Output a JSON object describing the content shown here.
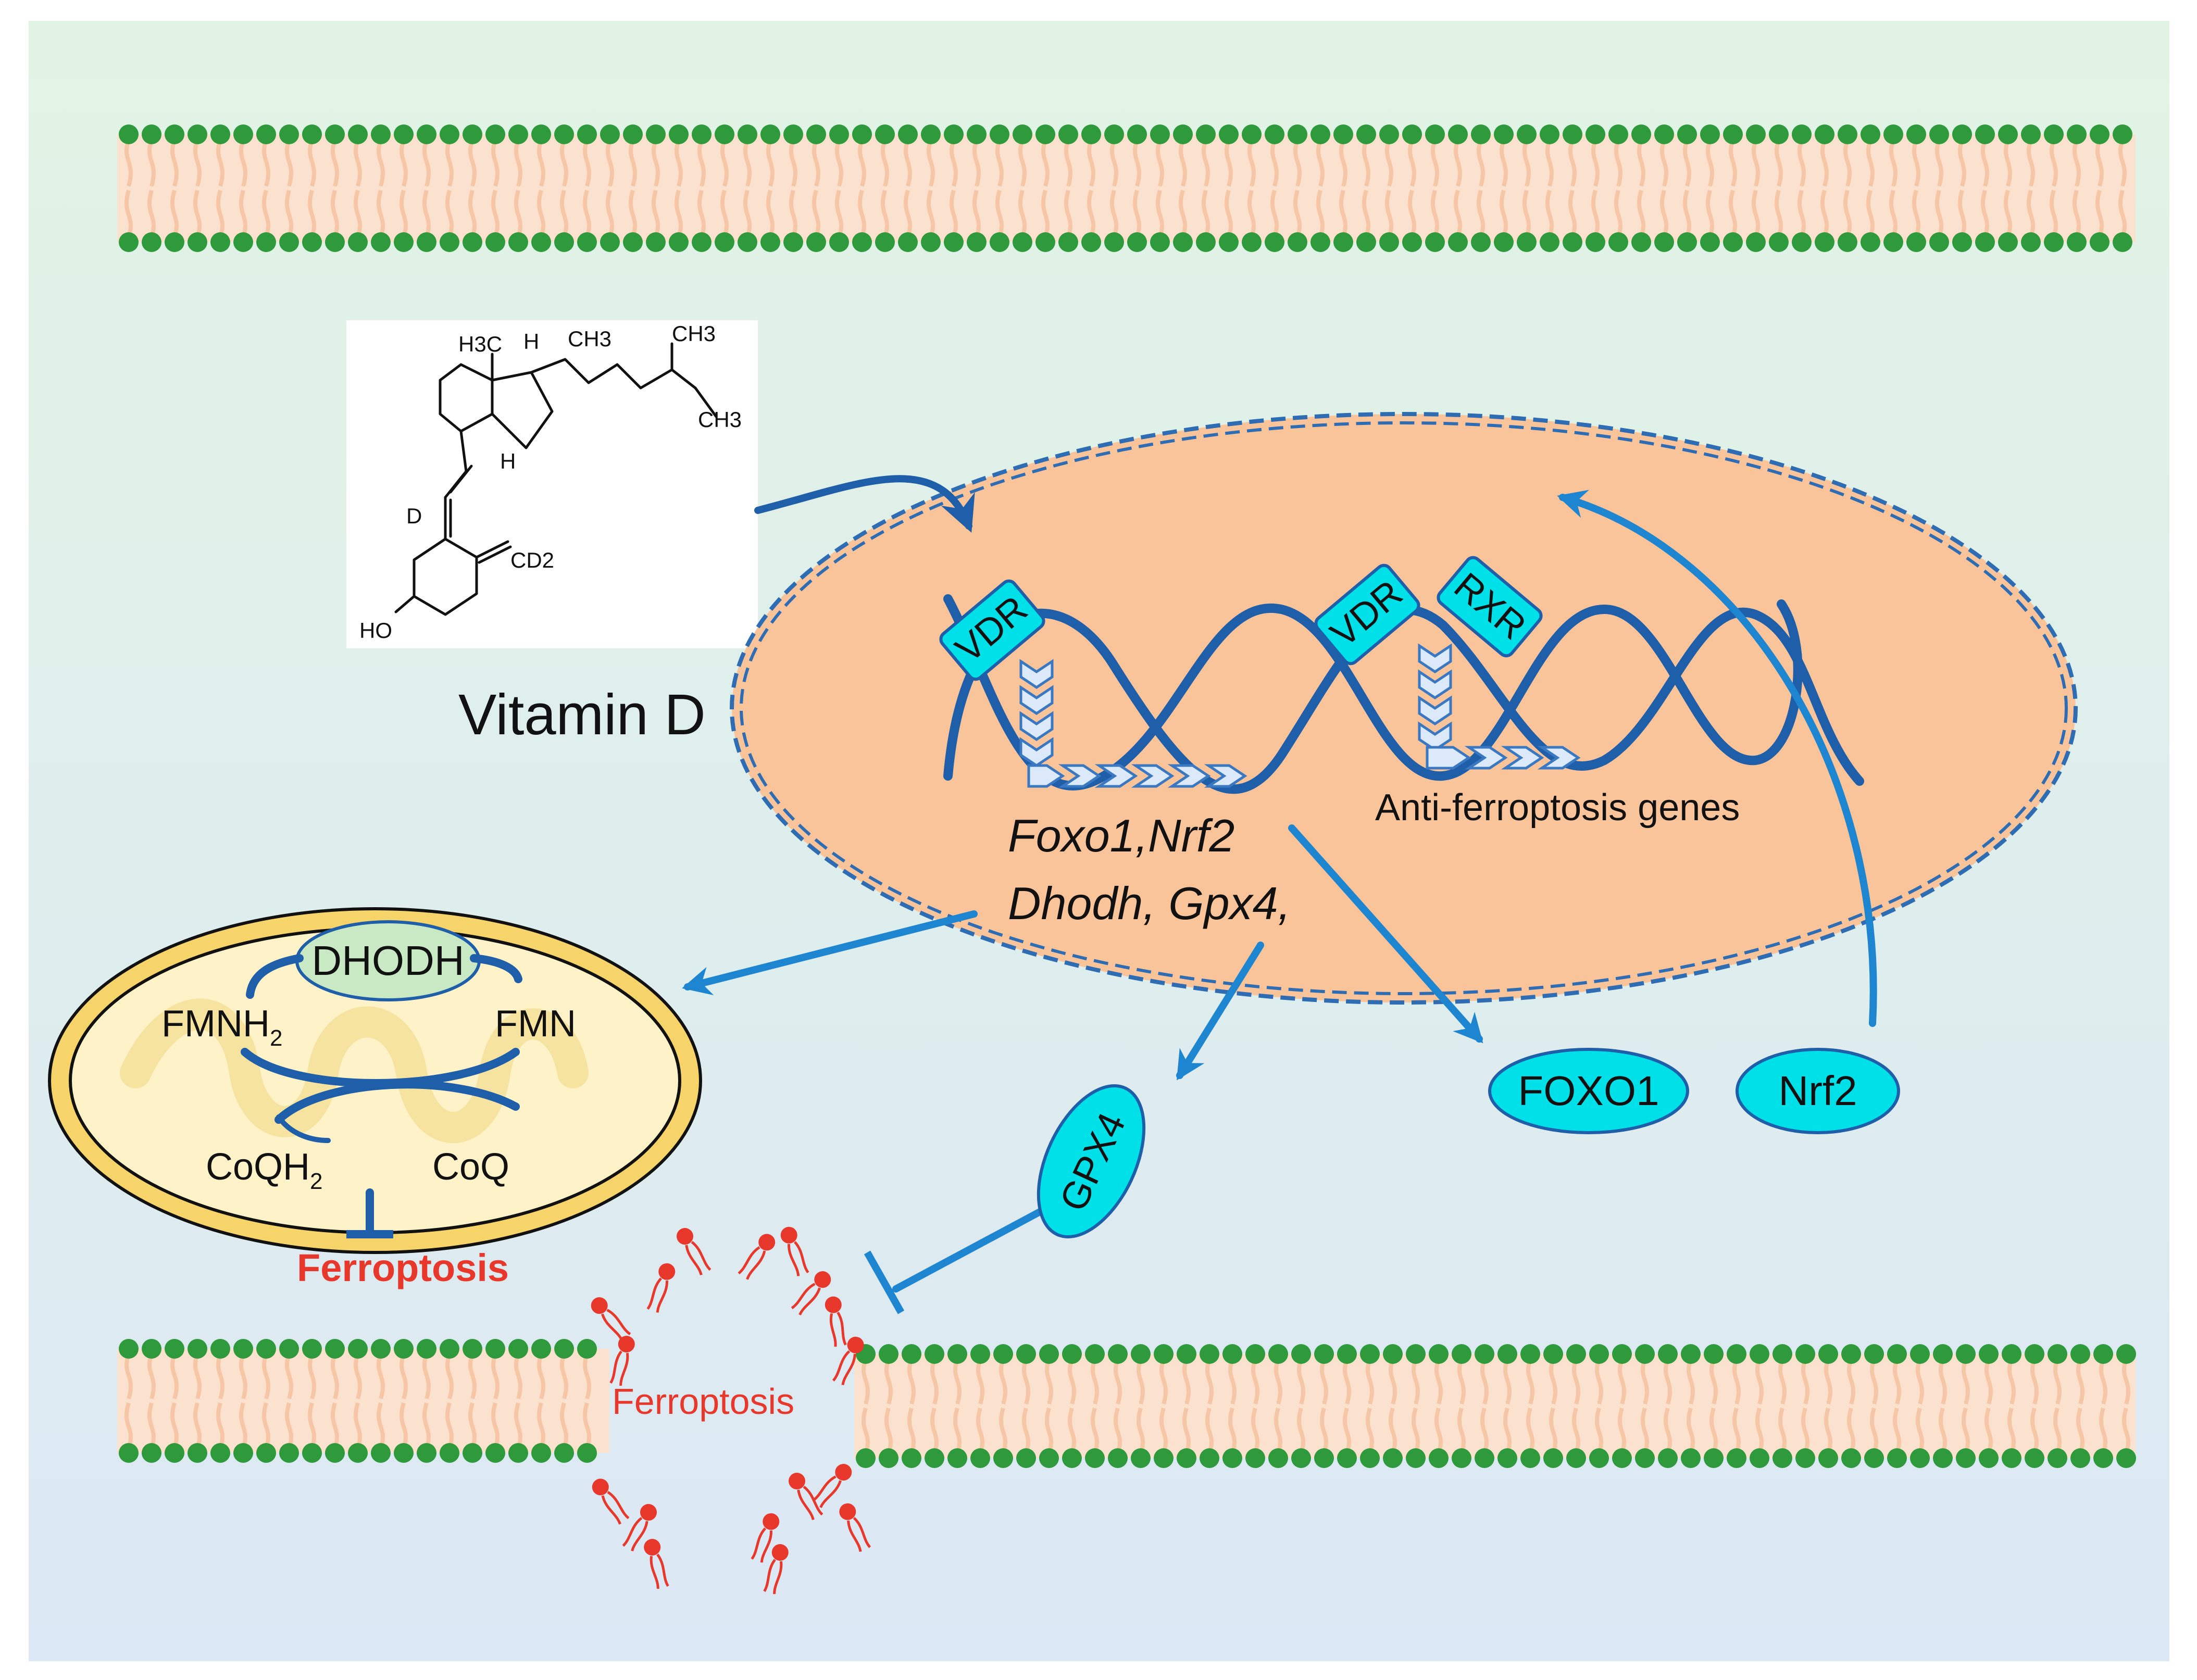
{
  "vitamin_d": {
    "title": "Vitamin D",
    "structure_labels": {
      "h3c": "H3C",
      "h_top": "H",
      "ch3_top": "CH3",
      "ch3_right_top": "CH3",
      "ch3_right": "CH3",
      "h_bottom": "H",
      "d": "D",
      "cd2": "CD2",
      "ho": "HO"
    }
  },
  "nucleus": {
    "receptors": {
      "vdr_left": "VDR",
      "vdr_right": "VDR",
      "rxr": "RXR"
    },
    "genes_line1": "Foxo1,Nrf2",
    "genes_line2": "Dhodh, Gpx4,",
    "anti_genes": "Anti-ferroptosis genes"
  },
  "mitochondrion": {
    "enzyme": "DHODH",
    "fmnh2": "FMNH",
    "fmnh2_sub": "2",
    "fmn": "FMN",
    "coqh2": "CoQH",
    "coqh2_sub": "2",
    "coq": "CoQ",
    "ferroptosis": "Ferroptosis"
  },
  "proteins": {
    "gpx4": "GPX4",
    "foxo1": "FOXO1",
    "nrf2": "Nrf2"
  },
  "membrane_rupture": {
    "label": "Ferroptosis"
  },
  "colors": {
    "background_top": "#e0f3e4",
    "background_bottom": "#dde9f5",
    "membrane_head": "#2e9a3c",
    "membrane_tail": "#f7c6a6",
    "nucleus_fill": "#f9c49a",
    "nucleus_border": "#2e6db3",
    "dna": "#1f5ea8",
    "arrow": "#1e86d0",
    "cyan_protein": "#00e0e8",
    "mito_outer": "#f7d46a",
    "mito_inner": "#fdf2c8",
    "dhodh_fill": "#c9e9c4",
    "ferroptosis_red": "#e8382c"
  }
}
